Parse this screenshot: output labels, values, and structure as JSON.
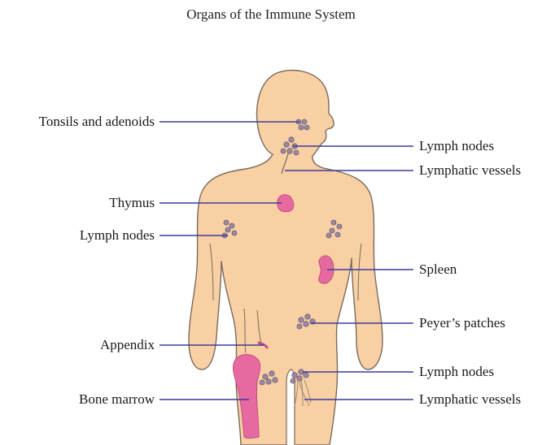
{
  "title": "Organs of the Immune System",
  "colors": {
    "skin": "#f9d0a3",
    "outline": "#7a6a5c",
    "organ": "#e66aa0",
    "node": "#9b8aa2",
    "leader": "#3c3c9c"
  },
  "labels": {
    "tonsils": "Tonsils and adenoids",
    "thymus": "Thymus",
    "lymph_nodes_left": "Lymph nodes",
    "appendix": "Appendix",
    "bone_marrow": "Bone marrow",
    "lymph_nodes_neck": "Lymph nodes",
    "lymphatic_vessels_neck": "Lymphatic vessels",
    "spleen": "Spleen",
    "peyers_patches": "Peyer’s patches",
    "lymph_nodes_groin": "Lymph nodes",
    "lymphatic_vessels_groin": "Lymphatic vessels"
  }
}
